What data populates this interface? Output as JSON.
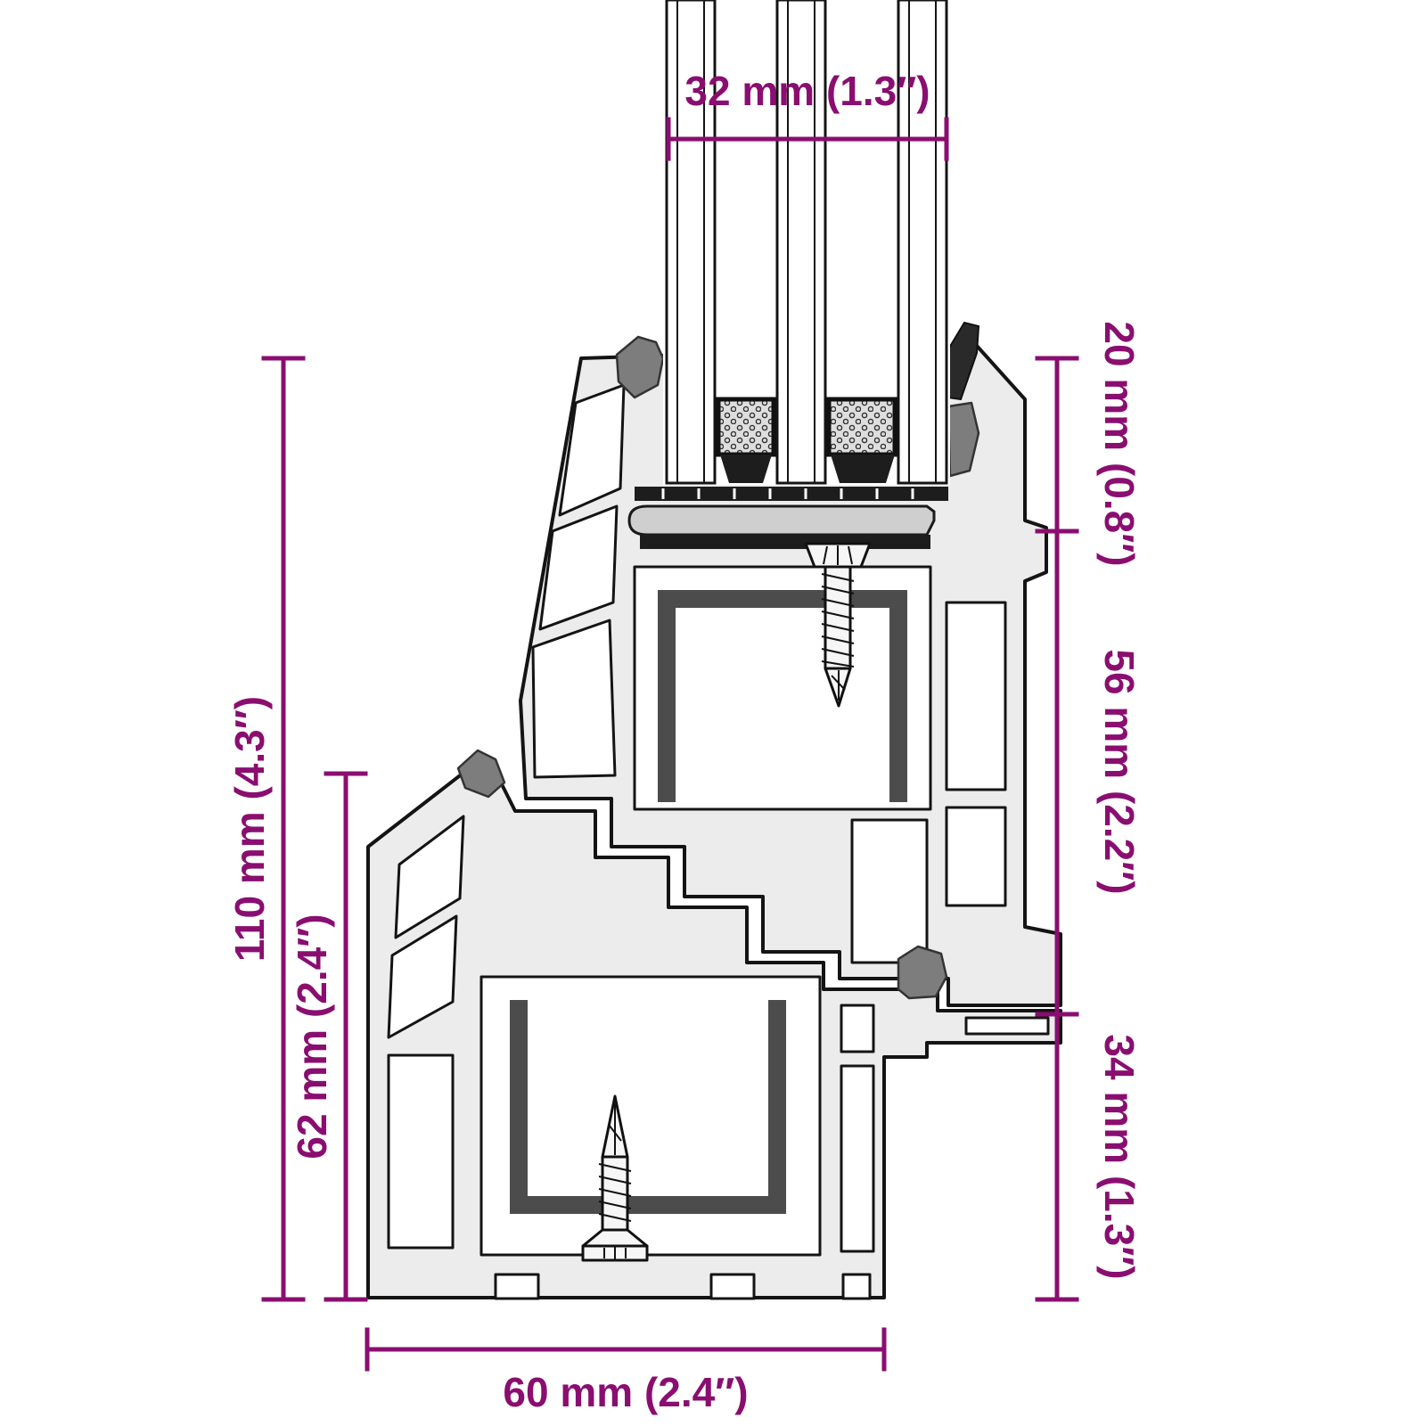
{
  "diagram": {
    "name": "Window frame and sash profile cross-section with dimensions",
    "colors": {
      "dimension": "#8a0e70",
      "outline": "#141414",
      "profile_fill": "#ececec",
      "steel": "#4c4c4c",
      "gasket": "#7d7d7d"
    },
    "dimensions": {
      "glass_width": "32 mm (1.3″)",
      "rebate_height": "20 mm (0.8″)",
      "sash_face_height": "56 mm (2.2″)",
      "frame_face_height": "34 mm (1.3″)",
      "total_height": "110 mm (4.3″)",
      "frame_height": "62 mm (2.4″)",
      "frame_depth": "60 mm (2.4″)"
    }
  }
}
